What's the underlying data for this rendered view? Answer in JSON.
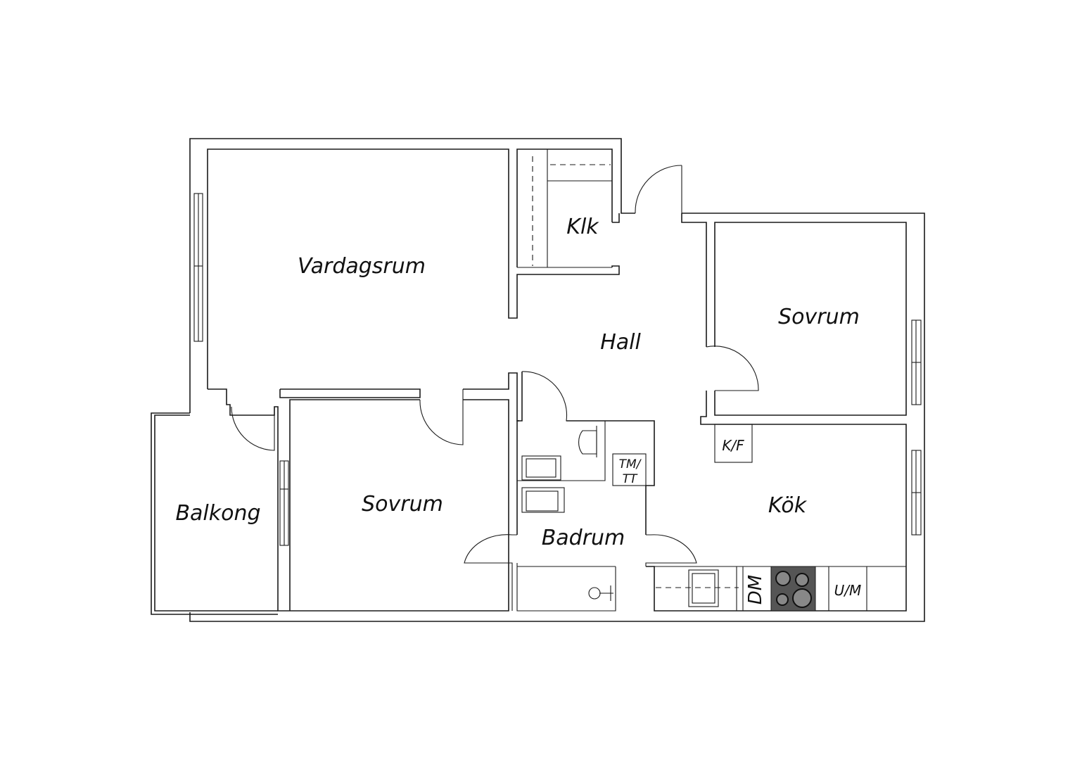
{
  "plan": {
    "rooms": {
      "living_room": "Vardagsrum",
      "closet": "Klk",
      "hall": "Hall",
      "bedroom_right": "Sovrum",
      "bedroom_left": "Sovrum",
      "balcony": "Balkong",
      "bathroom": "Badrum",
      "kitchen": "Kök"
    },
    "fixtures": {
      "fridge_freezer": "K/F",
      "washer_dryer_line1": "TM/",
      "washer_dryer_line2": "TT",
      "dishwasher": "DM",
      "oven_microwave": "U/M"
    },
    "colors": {
      "line": "#1a1a1a",
      "stove": "#555555",
      "background": "#ffffff"
    }
  }
}
